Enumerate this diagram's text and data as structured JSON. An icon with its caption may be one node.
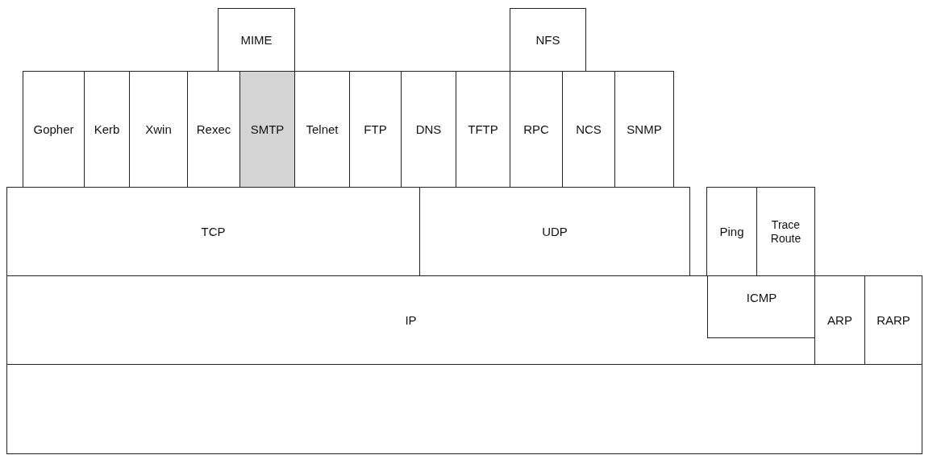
{
  "diagram": {
    "nodes": [
      {
        "text": [
          "MIME"
        ]
      },
      {
        "text": [
          "NFS"
        ]
      },
      {
        "text": [
          "Gopher"
        ]
      },
      {
        "text": [
          "Kerb"
        ]
      },
      {
        "text": [
          "Xwin"
        ]
      },
      {
        "text": [
          "Rexec"
        ]
      },
      {
        "text": [
          "SMTP"
        ]
      },
      {
        "text": [
          "Telnet"
        ]
      },
      {
        "text": [
          "FTP"
        ]
      },
      {
        "text": [
          "DNS"
        ]
      },
      {
        "text": [
          "TFTP"
        ]
      },
      {
        "text": [
          "RPC"
        ]
      },
      {
        "text": [
          "NCS"
        ]
      },
      {
        "text": [
          "SNMP"
        ]
      },
      {
        "text": [
          "TCP"
        ]
      },
      {
        "text": [
          "UDP"
        ]
      },
      {
        "text": [
          "Ping"
        ]
      },
      {
        "text": [
          "Trace Route"
        ]
      },
      {
        "text": [
          "IP"
        ]
      },
      {
        "text": [
          "ICMP"
        ],
        "in": 18
      },
      {
        "text": [
          "ARP"
        ]
      },
      {
        "text": [
          "RARP"
        ]
      },
      {
        "text": [],
        "shape": "box"
      }
    ]
  }
}
